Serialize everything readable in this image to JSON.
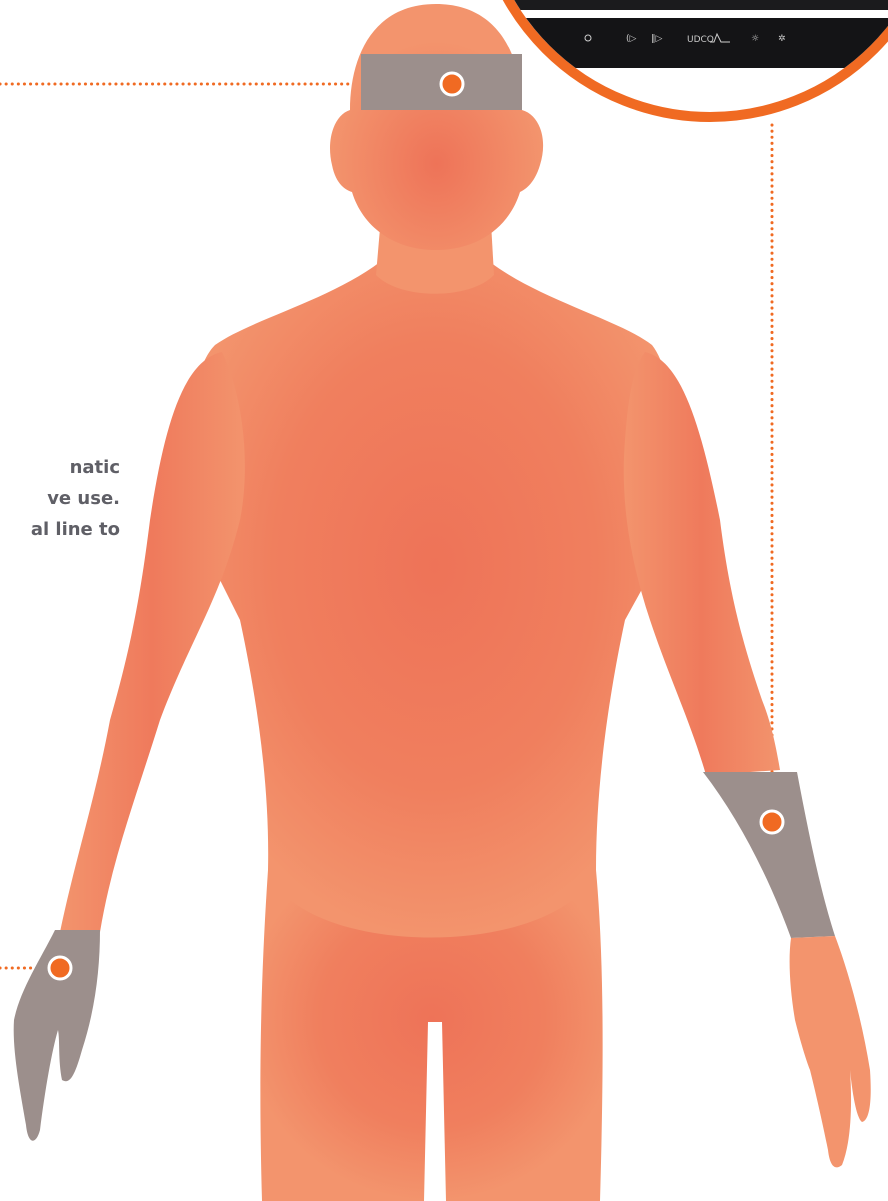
{
  "description_text": {
    "line_1": "natic",
    "line_2": "ve use.",
    "line_3": "al line to"
  },
  "device": {
    "brand_label": "UDCO"
  },
  "colors": {
    "body": "#f3946d",
    "body_shade": "#ee7358",
    "sensor_band": "#9c8f8c",
    "accent": "#f06a22",
    "text": "#5f5f66"
  },
  "sensors": [
    {
      "location": "head",
      "icon": "sensor-dot-icon"
    },
    {
      "location": "right-forearm",
      "icon": "sensor-dot-icon"
    },
    {
      "location": "left-hand",
      "icon": "sensor-dot-icon"
    }
  ]
}
